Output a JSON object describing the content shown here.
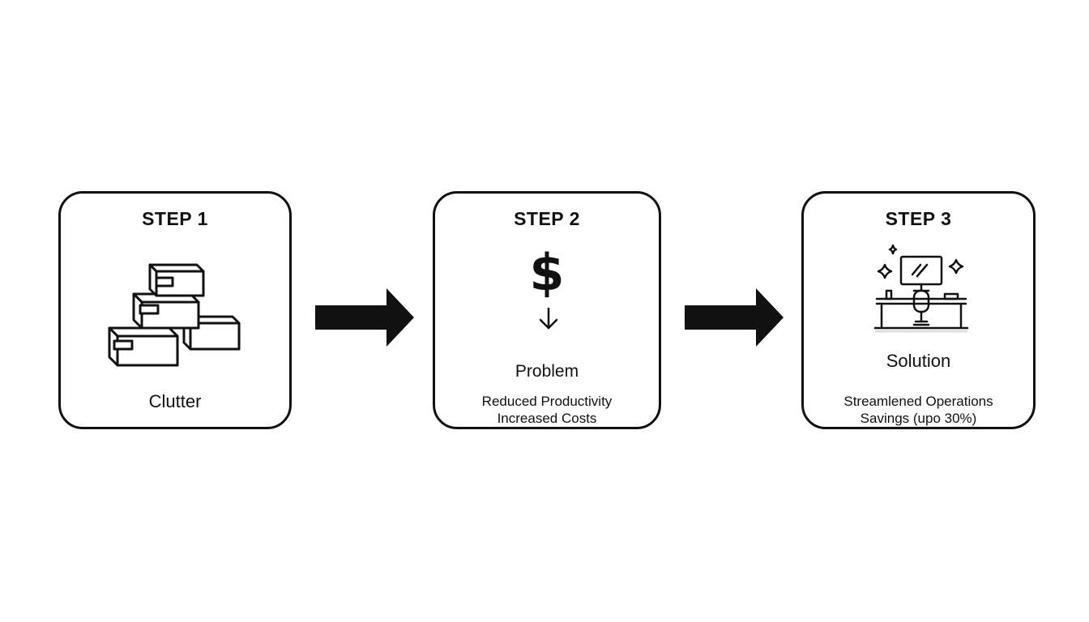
{
  "steps": [
    {
      "title": "STEP 1",
      "label": "Clutter",
      "icon": "stacked-boxes-icon"
    },
    {
      "title": "STEP 2",
      "label": "Problem",
      "lines": [
        "Reduced Productivity",
        "Increased Costs"
      ],
      "icon": "dollar-down-icon"
    },
    {
      "title": "STEP 3",
      "label": "Solution",
      "lines": [
        "Streamlened Operations",
        "Savings (upo 30%)"
      ],
      "icon": "clean-desk-icon"
    }
  ],
  "connectors": [
    "right-arrow-icon",
    "right-arrow-icon"
  ],
  "colors": {
    "ink": "#111111",
    "background": "#ffffff",
    "shadow": "#e6e6e6"
  }
}
